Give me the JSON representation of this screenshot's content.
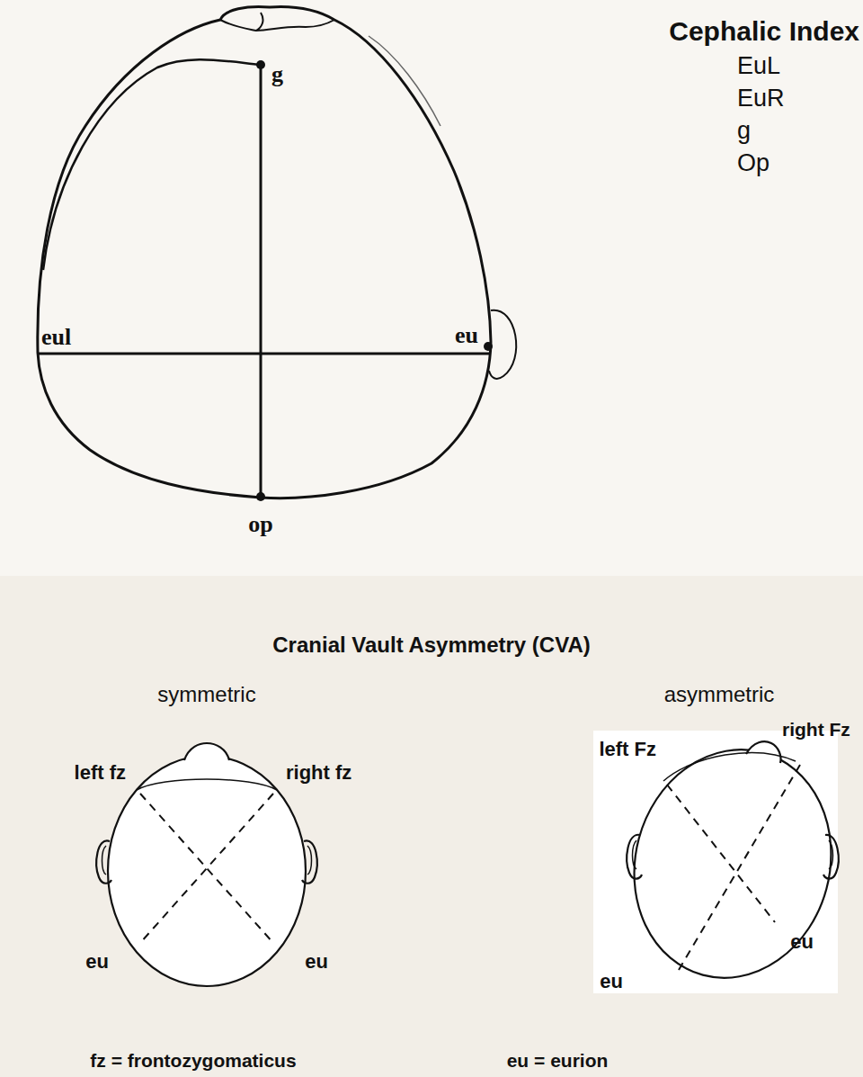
{
  "diagram": {
    "title": "Cephalic Index",
    "labels": [
      "g",
      "eul",
      "eu",
      "op",
      "EuL",
      "EuR",
      "g",
      "Op",
      "Cranial Vault Asymmetry (CVA)",
      "symmetric",
      "asymmetric",
      "left fz",
      "right fz",
      "eu",
      "eu",
      "left Fz",
      "right Fz",
      "eu",
      "eu",
      "fz = frontozygomaticus",
      "eu = eurion"
    ]
  }
}
